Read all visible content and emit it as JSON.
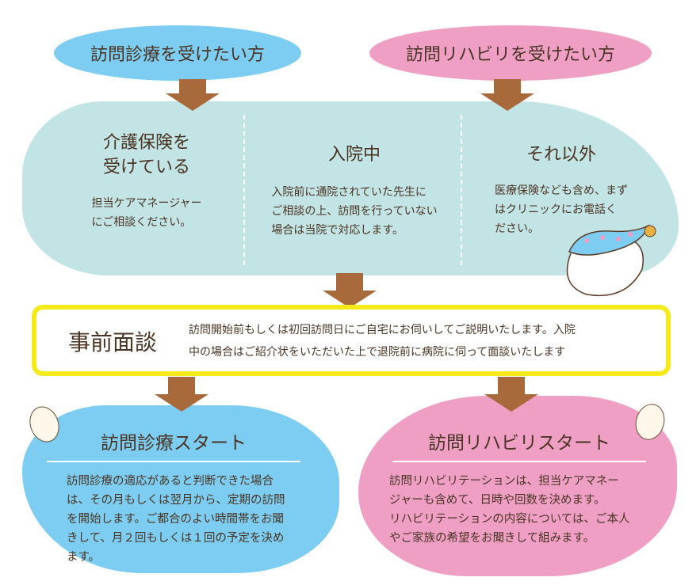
{
  "top": {
    "left_pill": "訪問診療を受けたい方",
    "right_pill": "訪問リハビリを受けたい方"
  },
  "cases": [
    {
      "title_lines": [
        "介護保険を",
        "受けている"
      ],
      "body_lines": [
        "担当ケアマネージャー",
        "にご相談ください。"
      ]
    },
    {
      "title_lines": [
        "入院中"
      ],
      "body_lines": [
        "入院前に通院されていた先生に",
        "ご相談の上、訪問を行っていない",
        "場合は当院で対応します。"
      ]
    },
    {
      "title_lines": [
        "それ以外"
      ],
      "body_lines": [
        "医療保険なども含め、まず",
        "はクリニックにお電話く",
        "ださい。"
      ]
    }
  ],
  "pre_interview": {
    "title": "事前面談",
    "body_lines": [
      "訪問開始前もしくは初回訪問日にご自宅にお伺いしてご説明いたします。入院",
      "中の場合はご紹介状をいただいた上で退院前に病院に伺って面談いたします"
    ]
  },
  "starts": [
    {
      "title": "訪問診療スタート",
      "body_lines": [
        "訪問診療の適応があると判断できた場合",
        "は、その月もしくは翌月から、定期の訪問",
        "を開始します。ご都合のよい時間帯をお聞",
        "きして、月２回もしくは１回の予定を決め",
        "ます。"
      ]
    },
    {
      "title": "訪問リハビリスタート",
      "body_lines": [
        "訪問リハビリテーションは、担当ケアマネー",
        "ジャーも含めて、日時や回数を決めます。",
        "リハビリテーションの内容については、ご本人",
        "やご家族の希望をお聞きして組みます。"
      ]
    }
  ],
  "colors": {
    "blue": "#7dcdf2",
    "pink": "#f09fc4",
    "teal": "#c3e4e4",
    "arrow": "#a86a3a",
    "yellow": "#f4ea1a",
    "text": "#4a3423"
  }
}
